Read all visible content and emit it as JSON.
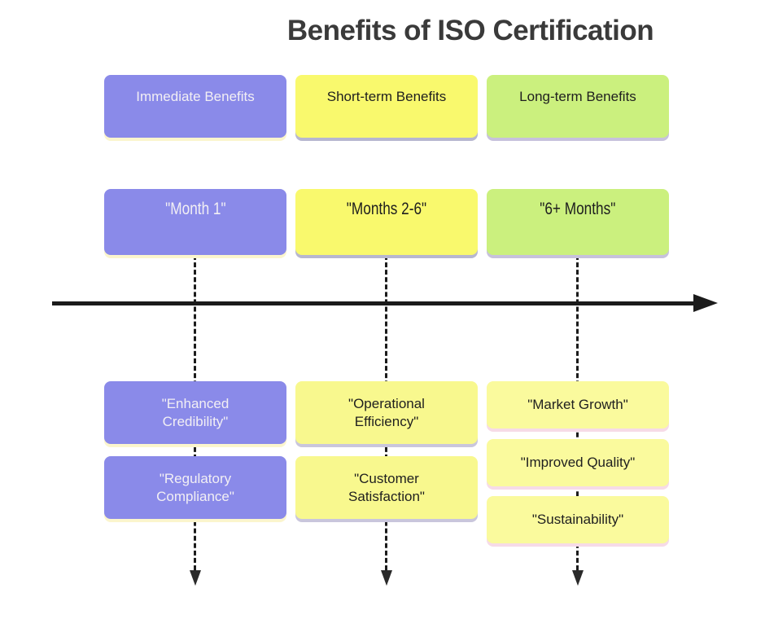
{
  "title": "Benefits of ISO Certification",
  "columns": [
    {
      "header": "Immediate Benefits",
      "period": "\"Month 1\"",
      "benefits": [
        "\"Enhanced Credibility\"",
        "\"Regulatory Compliance\""
      ]
    },
    {
      "header": "Short-term Benefits",
      "period": "\"Months 2-6\"",
      "benefits": [
        "\"Operational Efficiency\"",
        "\"Customer Satisfaction\""
      ]
    },
    {
      "header": "Long-term Benefits",
      "period": "\"6+ Months\"",
      "benefits": [
        "\"Market Growth\"",
        "\"Improved Quality\"",
        "\"Sustainability\""
      ]
    }
  ],
  "colors": {
    "immediate_purple": "#8a8ae9",
    "short_term_yellow": "#f9f96d",
    "long_term_green": "#cbf07e",
    "benefit_yellow_short_term": "#f8f88e",
    "benefit_yellow_long_term": "#fafa9d",
    "axis_arrow_black": "#1b1b1b",
    "title_text": "#3a3a3a"
  }
}
